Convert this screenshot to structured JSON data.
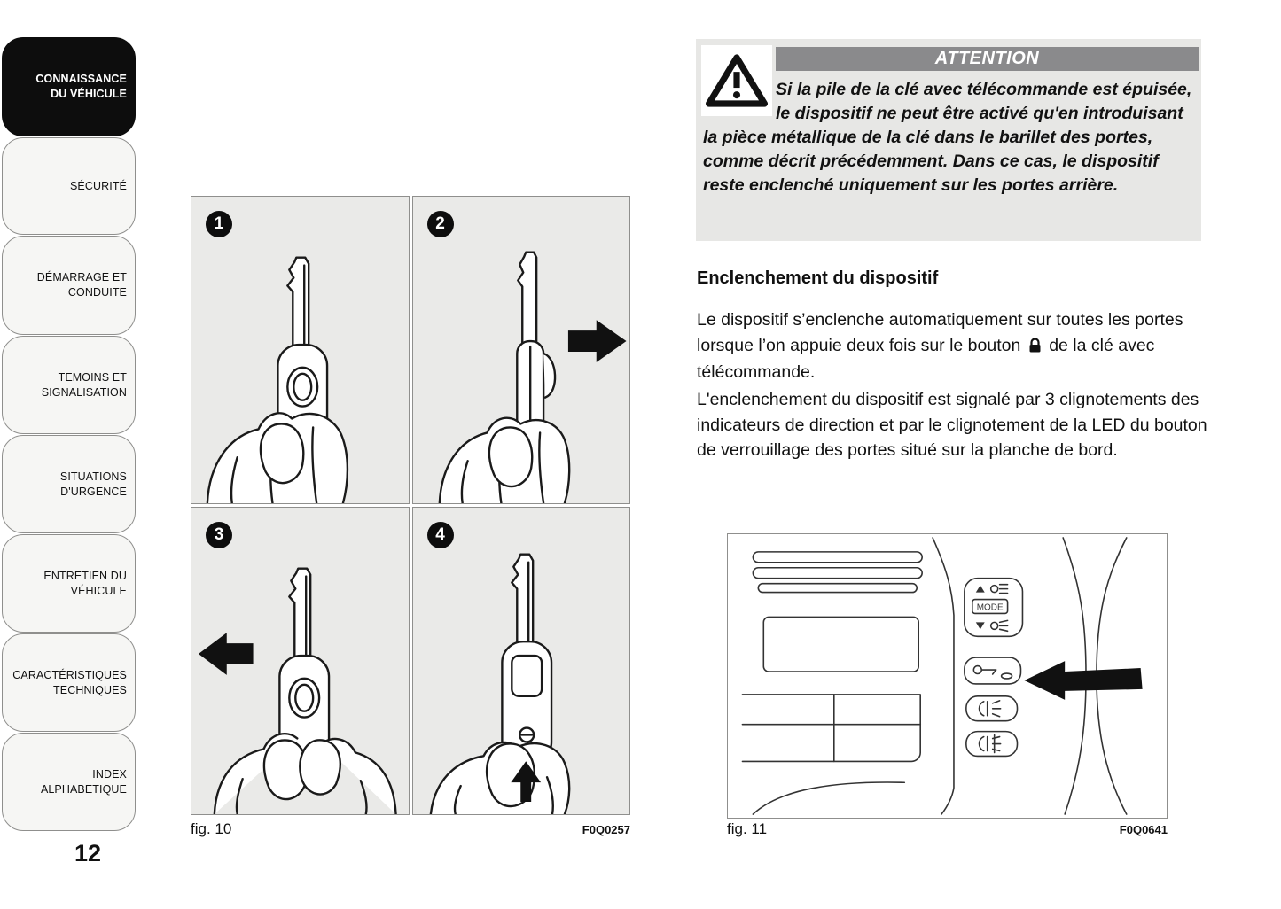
{
  "sidebar": {
    "items": [
      {
        "label": "CONNAISSANCE\nDU VÉHICULE",
        "active": true
      },
      {
        "label": "SÉCURITÉ",
        "active": false
      },
      {
        "label": "DÉMARRAGE ET\nCONDUITE",
        "active": false
      },
      {
        "label": "TEMOINS ET\nSIGNALISATION",
        "active": false
      },
      {
        "label": "SITUATIONS\nD'URGENCE",
        "active": false
      },
      {
        "label": "ENTRETIEN DU\nVÉHICULE",
        "active": false
      },
      {
        "label": "CARACTÉRISTIQUES\nTECHNIQUES",
        "active": false
      },
      {
        "label": "INDEX\nALPHABETIQUE",
        "active": false
      }
    ],
    "page_number": "12"
  },
  "attention": {
    "title": "ATTENTION",
    "body": "Si la pile de la clé avec télécommande est épuisée, le dispositif ne peut être activé qu'en introduisant la pièce métallique de la clé dans le barillet des portes, comme décrit précédemment. Dans ce cas, le dispositif reste enclenché uniquement sur les portes arrière."
  },
  "content": {
    "heading": "Enclenchement du dispositif",
    "para1_before": "Le dispositif s’enclenche automatiquement sur toutes les portes lorsque l’on appuie deux fois sur le bouton",
    "para1_after": "de la clé avec télécommande.",
    "para2": "L'enclenchement du dispositif est signalé par 3 clignotements des indicateurs de direction et par le clignotement de la LED du bouton de verrouillage des portes situé sur la planche de bord."
  },
  "figures": {
    "fig10": {
      "caption": "fig. 10",
      "code": "F0Q0257",
      "panel_numbers": [
        "1",
        "2",
        "3",
        "4"
      ]
    },
    "fig11": {
      "caption": "fig. 11",
      "code": "F0Q0641",
      "mode_label": "MODE"
    }
  },
  "colors": {
    "tab_active_bg": "#0d0d0d",
    "attention_box_bg": "#e7e7e5",
    "attention_header_bg": "#8a8a8c",
    "panel_bg": "#eaeae8"
  }
}
